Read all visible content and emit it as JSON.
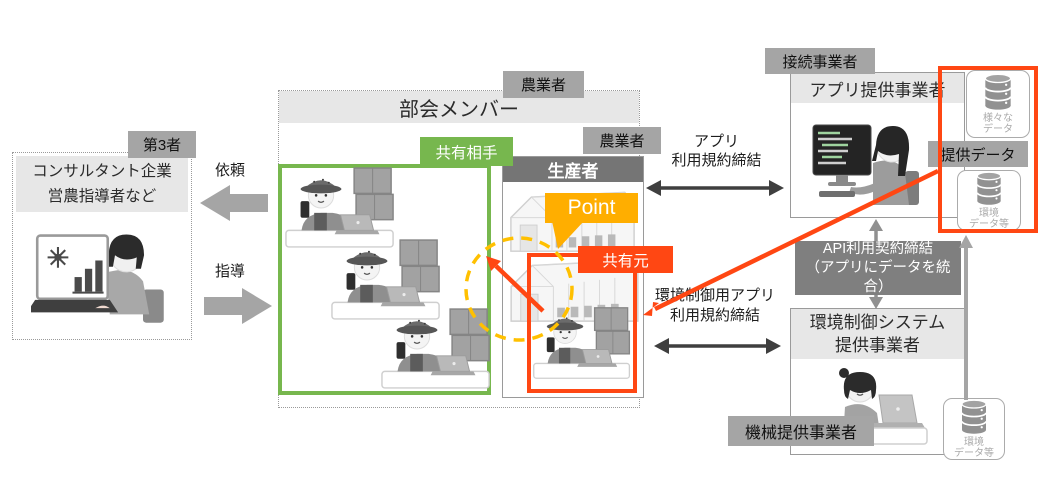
{
  "colors": {
    "tag_gray": "#a5a5a5",
    "band_light": "#e7e7e7",
    "producer_band": "#757575",
    "api_gray": "#7f7f7f",
    "green": "#77b74e",
    "orange": "#ff4713",
    "point_gold": "#ffae00",
    "dashed_circle_gold": "#ffc000"
  },
  "third_party": {
    "tag": "第3者",
    "name_line1": "コンサルタント企業",
    "name_line2": "営農指導者など",
    "request_label": "依頼",
    "guide_label": "指導"
  },
  "member_group": {
    "title": "部会メンバー",
    "farmer_tag_outer": "農業者",
    "farmer_tag_inner": "農業者",
    "share_partner_label": "共有相手",
    "producer_label": "生産者",
    "point_label": "Point",
    "share_source_label": "共有元"
  },
  "app_provider": {
    "tag": "接続事業者",
    "title": "アプリ提供事業者",
    "terms_line1": "アプリ",
    "terms_line2": "利用規約締結",
    "provided_data_label": "提供データ",
    "db_various_line1": "様々な",
    "db_various_line2": "データ",
    "db_env_line1": "環境",
    "db_env_line2": "データ等",
    "api_line1": "API利用契約締結",
    "api_line2": "（アプリにデータを統合）"
  },
  "env_provider": {
    "title_line1": "環境制御システム",
    "title_line2": "提供事業者",
    "machine_tag": "機械提供事業者",
    "terms_line1": "環境制御用アプリ",
    "terms_line2": "利用規約締結",
    "db_env_line1": "環境",
    "db_env_line2": "データ等"
  }
}
